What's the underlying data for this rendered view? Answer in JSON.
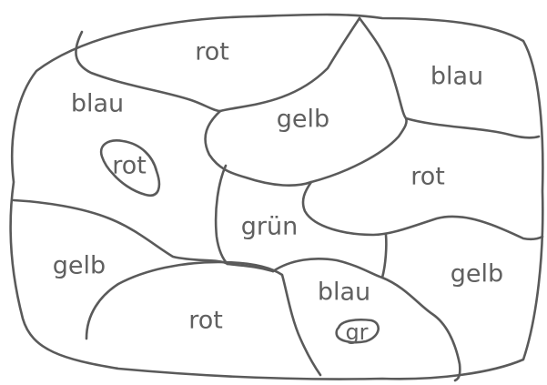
{
  "regions": [
    {
      "id": "top-center",
      "label": "rot"
    },
    {
      "id": "top-right",
      "label": "blau"
    },
    {
      "id": "left-upper",
      "label": "blau"
    },
    {
      "id": "center-upper",
      "label": "gelb"
    },
    {
      "id": "enclave-left",
      "label": "rot"
    },
    {
      "id": "right-middle",
      "label": "rot"
    },
    {
      "id": "center",
      "label": "grün"
    },
    {
      "id": "left-lower",
      "label": "gelb"
    },
    {
      "id": "right-lower",
      "label": "gelb"
    },
    {
      "id": "center-lower-right",
      "label": "blau"
    },
    {
      "id": "bottom-center",
      "label": "rot"
    },
    {
      "id": "enclave-small",
      "label": "gr"
    }
  ]
}
